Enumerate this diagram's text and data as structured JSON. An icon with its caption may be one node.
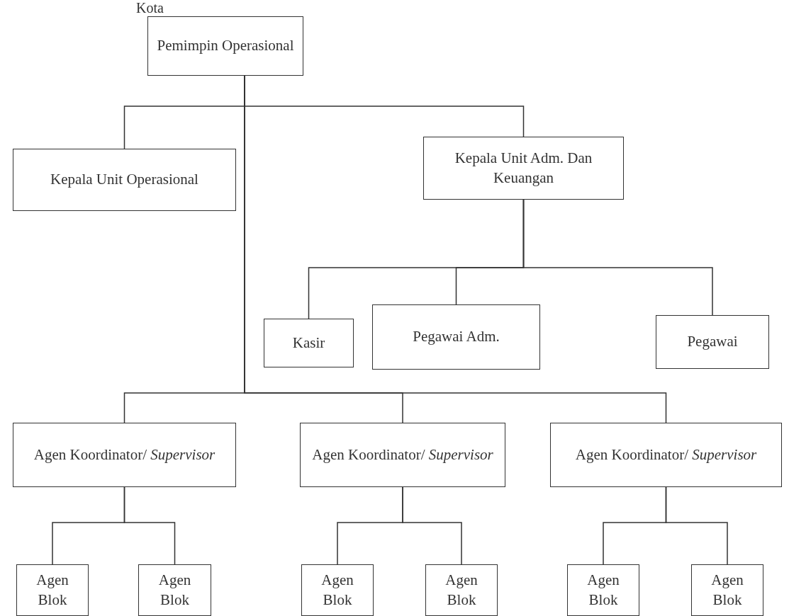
{
  "diagram": {
    "nodes": [
      {
        "text": [
          "Pemimpin Operasional"
        ],
        "beside": [
          "Kota"
        ]
      },
      {
        "text": [
          "Kepala Unit Operasional"
        ]
      },
      {
        "text": [
          "Kepala Unit Adm. Dan Keuangan"
        ]
      },
      {
        "text": [
          "Kasir"
        ]
      },
      {
        "text": [
          "Pegawai Adm."
        ]
      },
      {
        "text": [
          "Pegawai"
        ]
      },
      {
        "text": [
          "Agen Koordinator/ *Supervisor*"
        ]
      },
      {
        "text": [
          "Agen Koordinator/ *Supervisor*"
        ]
      },
      {
        "text": [
          "Agen Koordinator/ *Supervisor*"
        ]
      },
      {
        "text": [
          "Agen Blok"
        ]
      },
      {
        "text": [
          "Agen Blok"
        ]
      },
      {
        "text": [
          "Agen Blok"
        ]
      },
      {
        "text": [
          "Agen Blok"
        ]
      },
      {
        "text": [
          "Agen Blok"
        ]
      },
      {
        "text": [
          "Agen Blok"
        ]
      }
    ],
    "edges": [
      {
        "from": 0,
        "to": 1,
        "arrow": "none"
      },
      {
        "from": 0,
        "to": 2,
        "arrow": "none"
      },
      {
        "from": 2,
        "to": 3,
        "arrow": "none"
      },
      {
        "from": 2,
        "to": 4,
        "arrow": "none"
      },
      {
        "from": 2,
        "to": 5,
        "arrow": "none"
      },
      {
        "from": 0,
        "to": 6,
        "arrow": "none"
      },
      {
        "from": 0,
        "to": 7,
        "arrow": "none"
      },
      {
        "from": 0,
        "to": 8,
        "arrow": "none"
      },
      {
        "from": 6,
        "to": 9,
        "arrow": "none"
      },
      {
        "from": 6,
        "to": 10,
        "arrow": "none"
      },
      {
        "from": 7,
        "to": 11,
        "arrow": "none"
      },
      {
        "from": 7,
        "to": 12,
        "arrow": "none"
      },
      {
        "from": 8,
        "to": 13,
        "arrow": "none"
      },
      {
        "from": 8,
        "to": 14,
        "arrow": "none"
      }
    ]
  }
}
